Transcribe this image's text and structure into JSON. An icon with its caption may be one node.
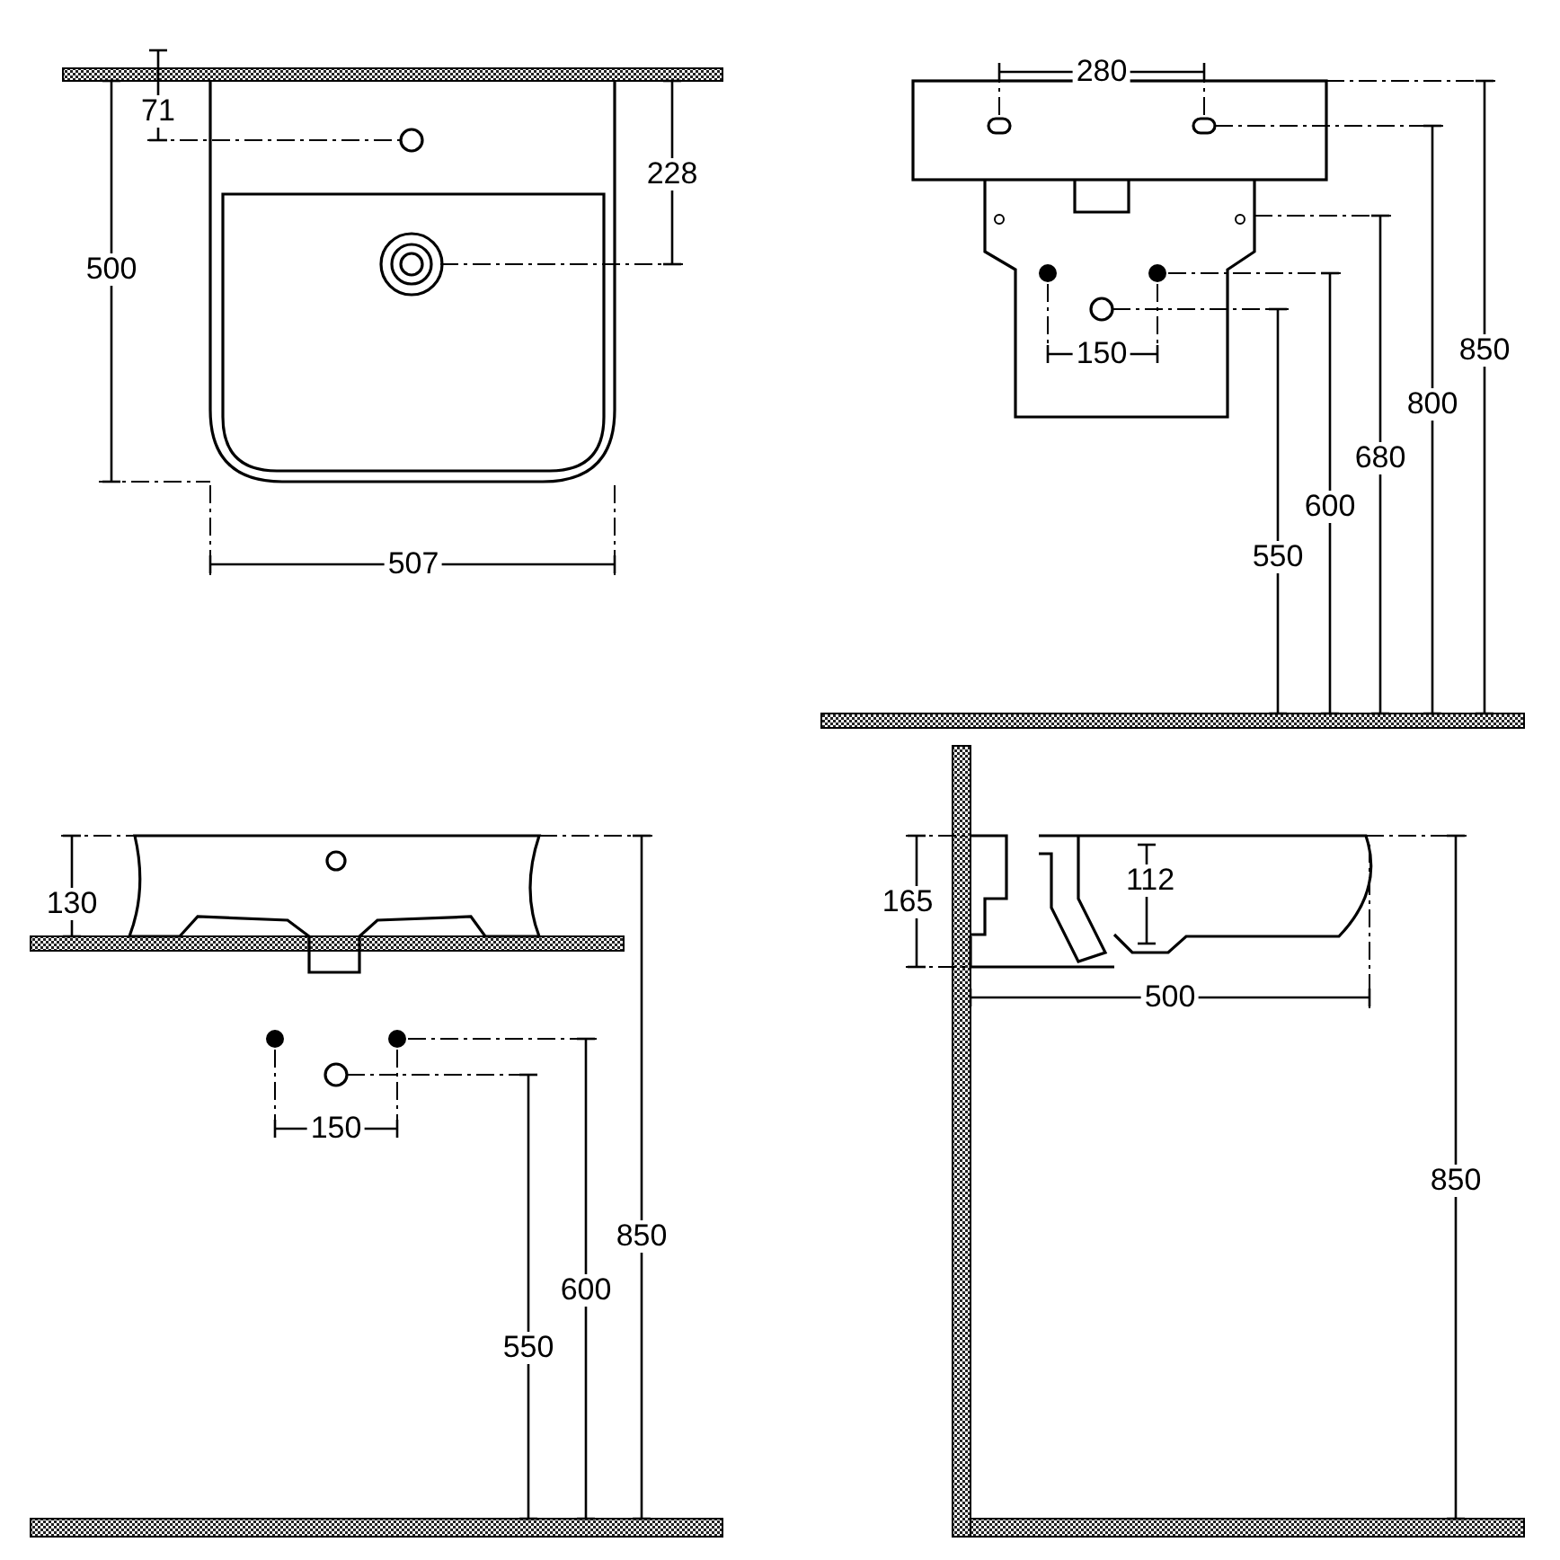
{
  "diagram": {
    "labels": [
      "71",
      "228",
      "500",
      "507",
      "280",
      "850",
      "800",
      "680",
      "150",
      "600",
      "550",
      "130",
      "150",
      "850",
      "600",
      "550",
      "165",
      "112",
      "500",
      "850"
    ]
  }
}
